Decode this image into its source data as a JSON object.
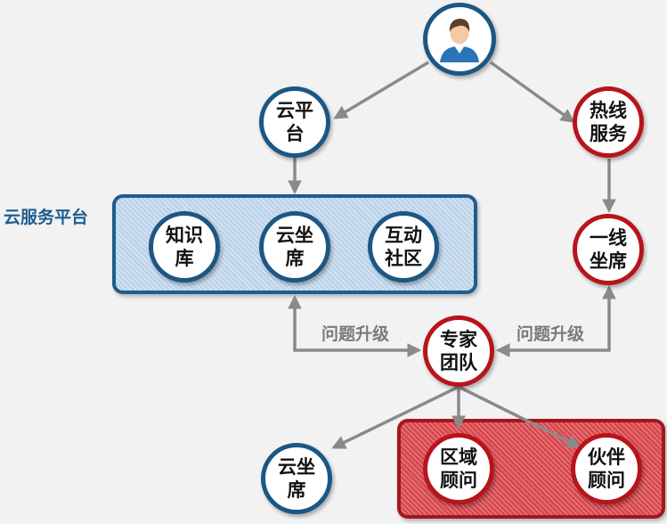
{
  "colors": {
    "blue": "#1c5784",
    "red": "#b8141c",
    "arrow": "#8a8a8a",
    "background": "#f2f2f2"
  },
  "user": {
    "icon": "user-avatar-icon"
  },
  "nodes": {
    "cloud_platform": "云平台",
    "hotline_service": "热线服务",
    "knowledge_base": "知识库",
    "cloud_agent": "云坐席",
    "interactive_community": "互动社区",
    "frontline_agent": "一线坐席",
    "expert_team": "专家团队",
    "cloud_agent_bottom": "云坐席",
    "regional_advisor": "区域顾问",
    "partner_advisor": "伙伴顾问"
  },
  "labels": {
    "cloud_service_platform": "云服务平台",
    "escalation_left": "问题升级",
    "escalation_right": "问题升级"
  }
}
